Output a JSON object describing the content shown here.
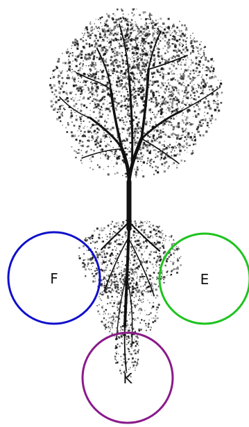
{
  "image": {
    "subject": "tree-with-roots",
    "ink_color": "#111111",
    "background": "#ffffff"
  },
  "circles": [
    {
      "id": "F",
      "label": "F",
      "stroke": "#1010cc"
    },
    {
      "id": "E",
      "label": "E",
      "stroke": "#1ec31e"
    },
    {
      "id": "K",
      "label": "K",
      "stroke": "#8a1a8a"
    }
  ]
}
